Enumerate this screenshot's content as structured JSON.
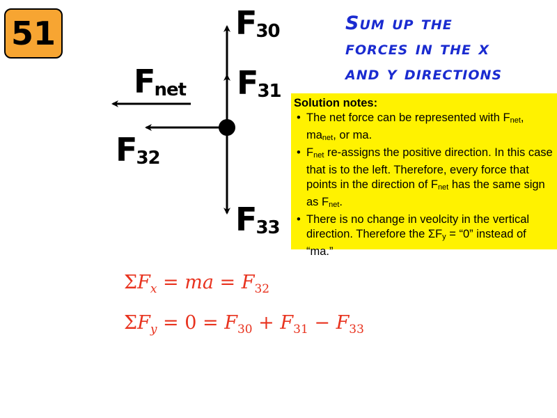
{
  "slide_number": "51",
  "heading": {
    "lines": [
      "Sum up the",
      "forces in the x",
      "and y directions"
    ]
  },
  "force_labels": {
    "f30": {
      "main": "F",
      "sub": "30"
    },
    "f31": {
      "main": "F",
      "sub": "31"
    },
    "f32": {
      "main": "F",
      "sub": "32"
    },
    "f33": {
      "main": "F",
      "sub": "33"
    },
    "fnet": {
      "main": "F",
      "sub": "net"
    }
  },
  "notes": {
    "title": "Solution notes:",
    "b1_a": "The net force can be represented with F",
    "b1_sub1": "net",
    "b1_b": ", ma",
    "b1_sub2": "net",
    "b1_c": ", or ma.",
    "b2_a": "F",
    "b2_sub1": "net",
    "b2_b": " re-assigns the positive direction. In this case that is to the left. Therefore, every force that points in the direction of F",
    "b2_sub2": "net",
    "b2_c": " has the same sign as F",
    "b2_sub3": "net",
    "b2_d": ".",
    "b3_a": "There is no change in veolcity in the vertical direction. Therefore the ΣF",
    "b3_sub": "y",
    "b3_b": " = “0” instead of “ma.”"
  },
  "equations": {
    "eq1": {
      "sigma": "Σ",
      "f": "F",
      "x": "x",
      "eq": " = ",
      "ma": "ma",
      "eq2": " = ",
      "f2": "F",
      "s2": "32"
    },
    "eq2": {
      "sigma": "Σ",
      "f": "F",
      "y": "y",
      "eq": " = ",
      "zero": "0",
      "eq2": " = ",
      "fa": "F",
      "sa": "30",
      "plus": " + ",
      "fb": "F",
      "sb": "31",
      "minus": " − ",
      "fc": "F",
      "sc": "33"
    }
  },
  "colors": {
    "badge": "#f7a532",
    "heading": "#1a2bd0",
    "notes_bg": "#fff200",
    "equations": "#e8321e"
  }
}
